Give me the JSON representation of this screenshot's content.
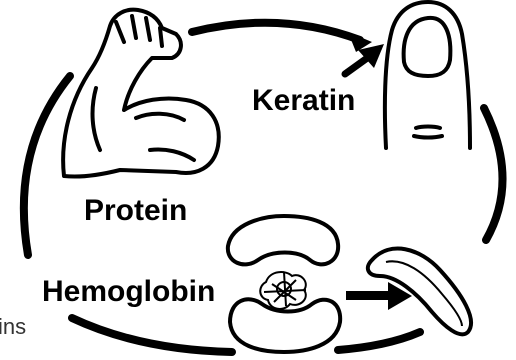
{
  "labels": {
    "keratin": "Keratin",
    "protein": "Protein",
    "hemoglobin": "Hemoglobin",
    "partial_left": "ins"
  },
  "icons": {
    "muscle": "flexed-bicep-icon",
    "finger": "fingertip-nail-icon",
    "cells": "red-blood-cell-icon",
    "sickle": "sickle-cell-icon"
  },
  "colors": {
    "stroke": "#000000",
    "background": "#ffffff"
  }
}
